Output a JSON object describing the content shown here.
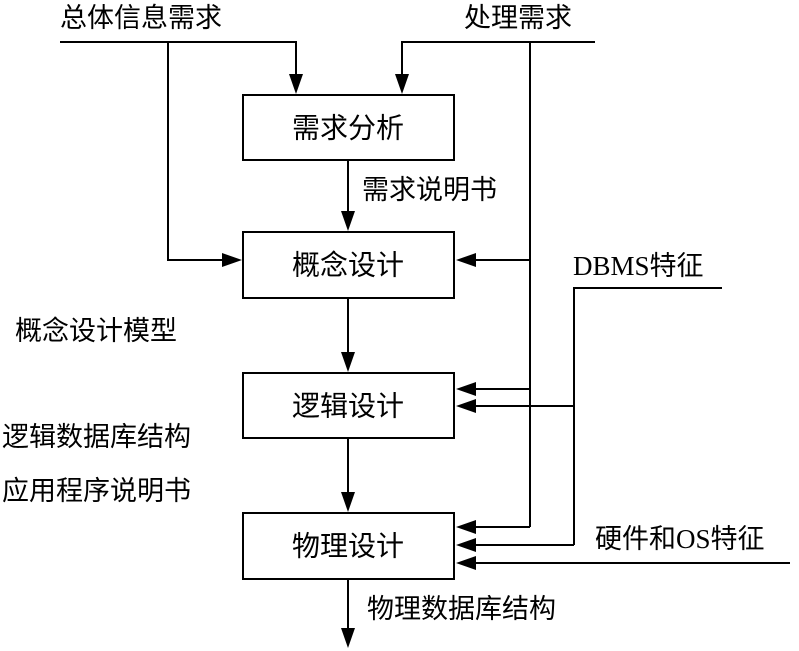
{
  "boxes": {
    "requirements_analysis": "需求分析",
    "conceptual_design": "概念设计",
    "logical_design": "逻辑设计",
    "physical_design": "物理设计"
  },
  "inputs": {
    "overall_info_requirements": "总体信息需求",
    "processing_requirements": "处理需求",
    "dbms_features": "DBMS特征",
    "hardware_os_features": "硬件和OS特征"
  },
  "outputs": {
    "requirements_spec": "需求说明书",
    "conceptual_model": "概念设计模型",
    "logical_db_structure": "逻辑数据库结构",
    "app_program_spec": "应用程序说明书",
    "physical_db_structure": "物理数据库结构"
  }
}
